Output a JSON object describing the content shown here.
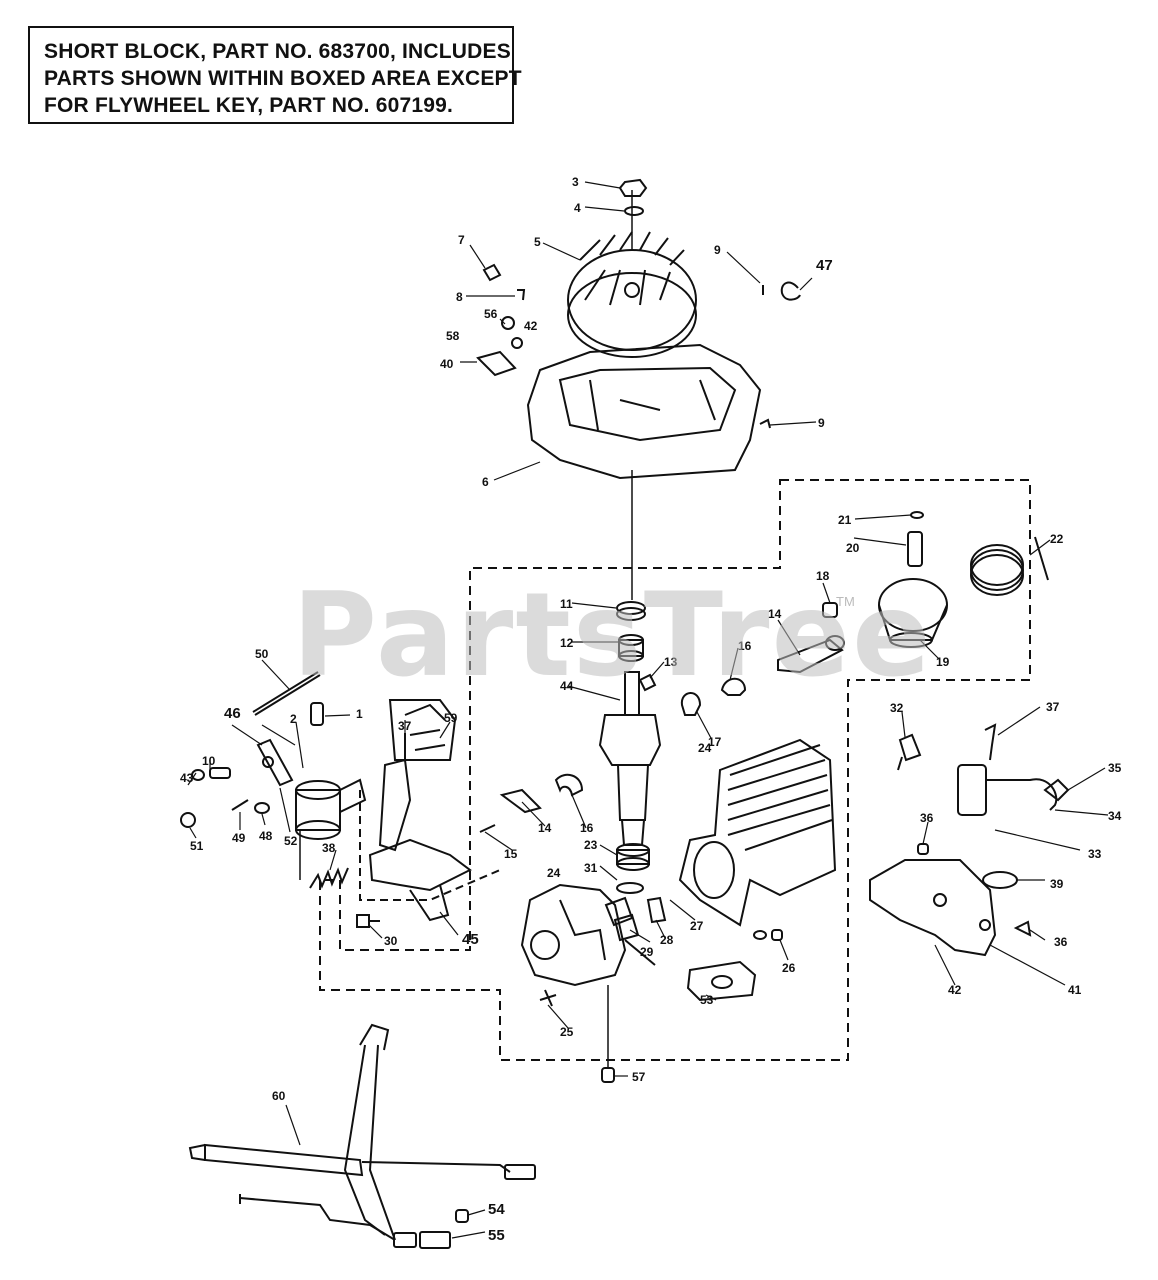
{
  "note": {
    "line1": "SHORT BLOCK, PART NO. 683700, INCLUDES",
    "line2": "PARTS SHOWN WITHIN BOXED AREA EXCEPT",
    "line3": "FOR FLYWHEEL KEY, PART NO. 607199."
  },
  "watermark": "PartsTree",
  "trademark": "TM",
  "callouts": [
    "1",
    "2",
    "3",
    "4",
    "5",
    "6",
    "7",
    "8",
    "9",
    "9",
    "10",
    "11",
    "12",
    "13",
    "14",
    "14",
    "15",
    "16",
    "16",
    "17",
    "18",
    "19",
    "20",
    "21",
    "22",
    "23",
    "24",
    "24",
    "25",
    "26",
    "27",
    "28",
    "29",
    "30",
    "31",
    "32",
    "33",
    "34",
    "35",
    "36",
    "36",
    "37",
    "37",
    "38",
    "39",
    "40",
    "41",
    "42",
    "42",
    "43",
    "44",
    "45",
    "46",
    "47",
    "48",
    "49",
    "50",
    "51",
    "52",
    "53",
    "54",
    "55",
    "56",
    "57",
    "58",
    "59",
    "60"
  ]
}
